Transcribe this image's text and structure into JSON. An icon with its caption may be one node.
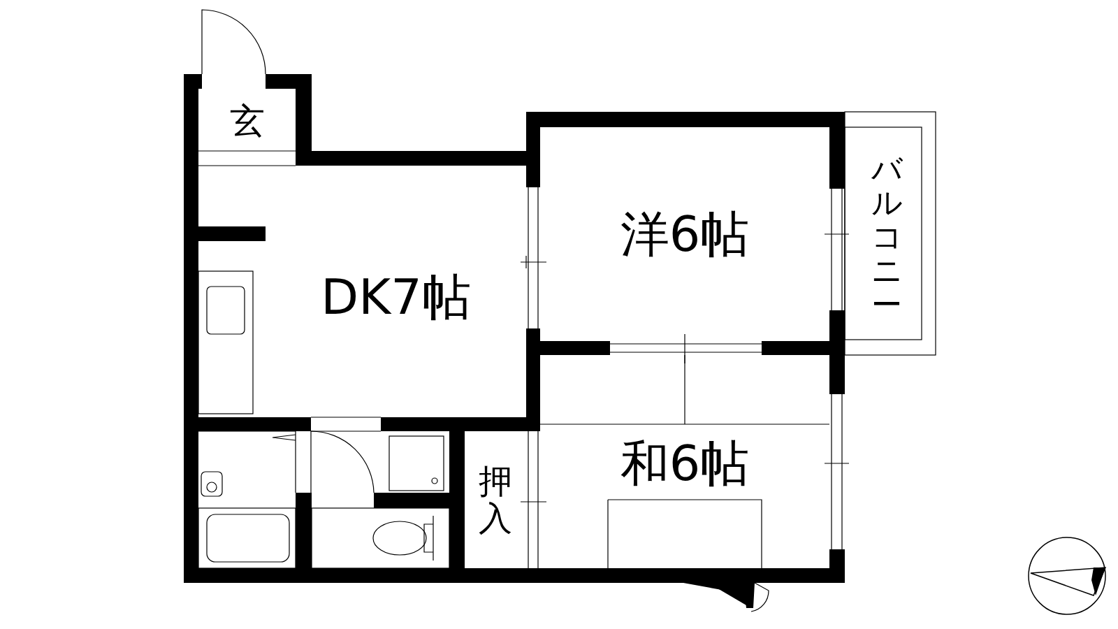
{
  "diagram": {
    "nodes": [
      {
        "text": [
          "玄"
        ]
      },
      {
        "text": [
          "DK7帖"
        ]
      },
      {
        "text": [
          "洋6帖"
        ]
      },
      {
        "text": [
          "バルコニー"
        ]
      },
      {
        "text": [
          "押入"
        ]
      },
      {
        "text": [
          "和6帖"
        ]
      }
    ]
  }
}
